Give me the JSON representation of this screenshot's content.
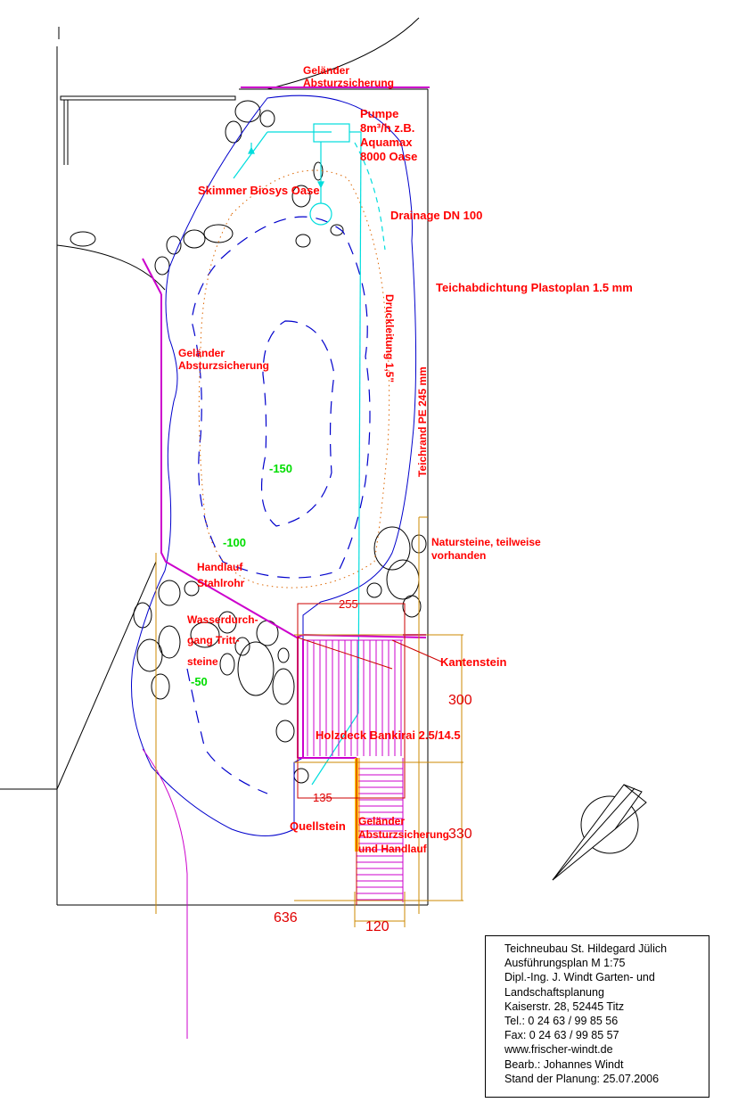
{
  "labels": {
    "railing_top": [
      "Geländer",
      "Absturzsicherung"
    ],
    "pump": [
      "Pumpe",
      "8m³/h z.B.",
      "Aquamax",
      "8000 Oase"
    ],
    "skimmer": "Skimmer Biosys Oase",
    "drainage": "Drainage DN 100",
    "liner": "Teichabdichtung Plastoplan 1.5 mm",
    "pressure_line": "Druckleitung 1,5\"",
    "pond_edge": "Teichrand PE 245 mm",
    "railing_left": [
      "Geländer",
      "Absturzsicherung"
    ],
    "natural_stones": [
      "Natursteine, teilweise",
      "vorhanden"
    ],
    "handrail": [
      "Handlauf",
      "Stahlrohr"
    ],
    "stepping_stones": [
      "Wasserdurch-",
      "gang Tritt-",
      "steine"
    ],
    "curb": "Kantenstein",
    "deck": "Holzdeck Bankirai 2.5/14.5",
    "spring_stone": "Quellstein",
    "railing_bottom": [
      "Geländer",
      "Absturzsicherung",
      "und Handlauf"
    ]
  },
  "depths": {
    "deep": "-150",
    "mid": "-100",
    "shallow": "-50"
  },
  "dimensions": {
    "deck_width": "255",
    "deck_depth": "300",
    "stair_depth": "330",
    "total_width": "636",
    "stair_width": "120",
    "small_width": "135"
  },
  "title_block": {
    "lines": [
      "Teichneubau St. Hildegard Jülich",
      "Ausführungsplan M 1:75",
      "Dipl.-Ing. J. Windt Garten- und",
      "Landschaftsplanung",
      "Kaiserstr. 28, 52445 Titz",
      "Tel.: 0 24 63 / 99 85 56",
      "Fax: 0 24 63 / 99 85 57",
      "www.frischer-windt.de",
      "Bearb.: Johannes Windt",
      "Stand der Planung: 25.07.2006"
    ]
  },
  "colors": {
    "pond_outline": "#0000cc",
    "railing": "#cc00cc",
    "piping": "#00dddd",
    "labels": "#ff0000",
    "depth_labels": "#00dd00",
    "dimension_lines": "#cc8800",
    "rail_highlight": "#ffcc00"
  },
  "icons": {
    "north_arrow": "north-arrow-icon"
  }
}
